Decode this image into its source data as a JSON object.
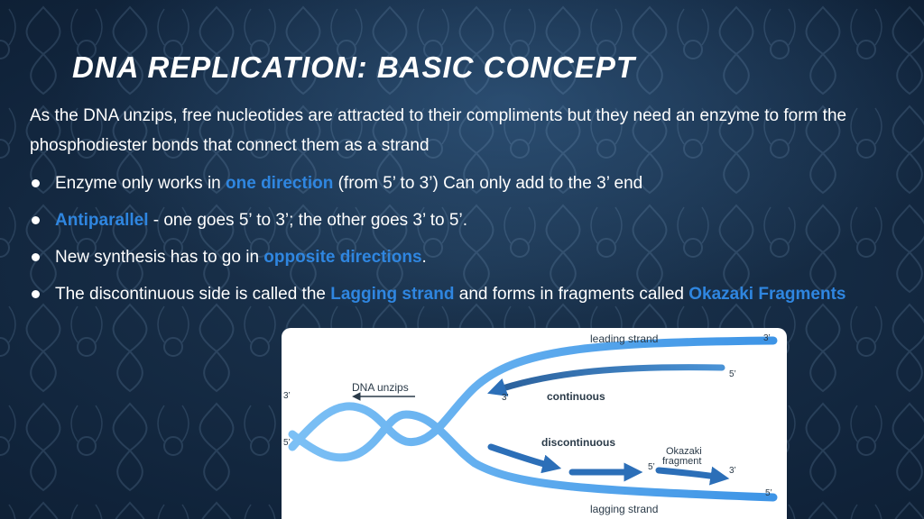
{
  "slide": {
    "title": "DNA Replication: Basic Concept",
    "intro": "As the DNA unzips, free nucleotides are attracted to their compliments but they need an enzyme to form the phosphodiester bonds that connect them as a strand",
    "bullets": [
      {
        "before": "Enzyme only works in ",
        "highlight": "one direction",
        "after": " (from 5’  to 3’) Can only add to the 3’ end"
      },
      {
        "before": "",
        "highlight": "Antiparallel",
        "after": " - one goes 5’ to 3’; the other goes 3’ to 5’."
      },
      {
        "before": "New synthesis has to go in ",
        "highlight": "opposite directions",
        "after": "."
      },
      {
        "before": "The discontinuous side is called the ",
        "highlight": "Lagging strand",
        "after": " and forms in fragments called ",
        "highlight2": "Okazaki Fragments"
      }
    ]
  },
  "diagram": {
    "leading_strand": "leading strand",
    "lagging_strand": "lagging strand",
    "dna_unzips": "DNA unzips",
    "continuous": "continuous",
    "discontinuous": "discontinuous",
    "okazaki_line1": "Okazaki",
    "okazaki_line2": "fragment",
    "end_3": "3’",
    "end_5": "5’"
  },
  "colors": {
    "highlight": "#2f86e0",
    "strand": "#4aa3ee",
    "new_strand": "#2c6fb8"
  }
}
